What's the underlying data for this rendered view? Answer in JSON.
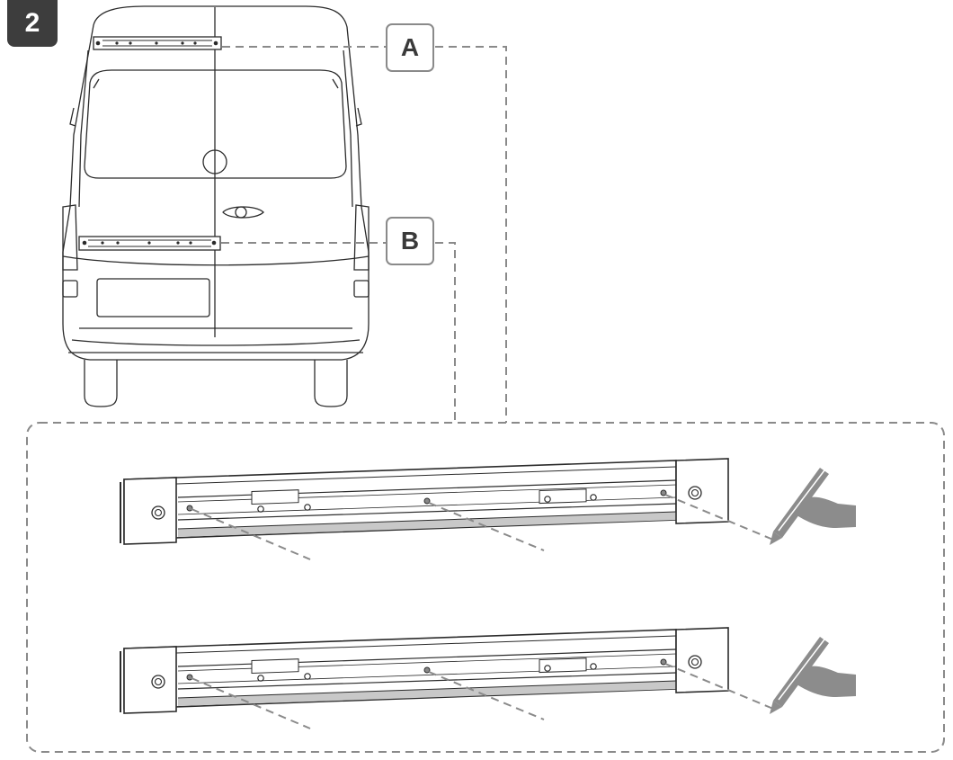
{
  "step": {
    "number": "2"
  },
  "callouts": {
    "a": "A",
    "b": "B"
  },
  "colors": {
    "line": "#2b2b2b",
    "dash": "#8a8a8a",
    "badge": "#3d3d3d",
    "hand": "#8c8c8c",
    "rail_shadow": "#c8c8c8"
  },
  "icons": [
    "van-rear-view",
    "mounting-rail",
    "pen-hand-icon",
    "bolt-icon"
  ]
}
